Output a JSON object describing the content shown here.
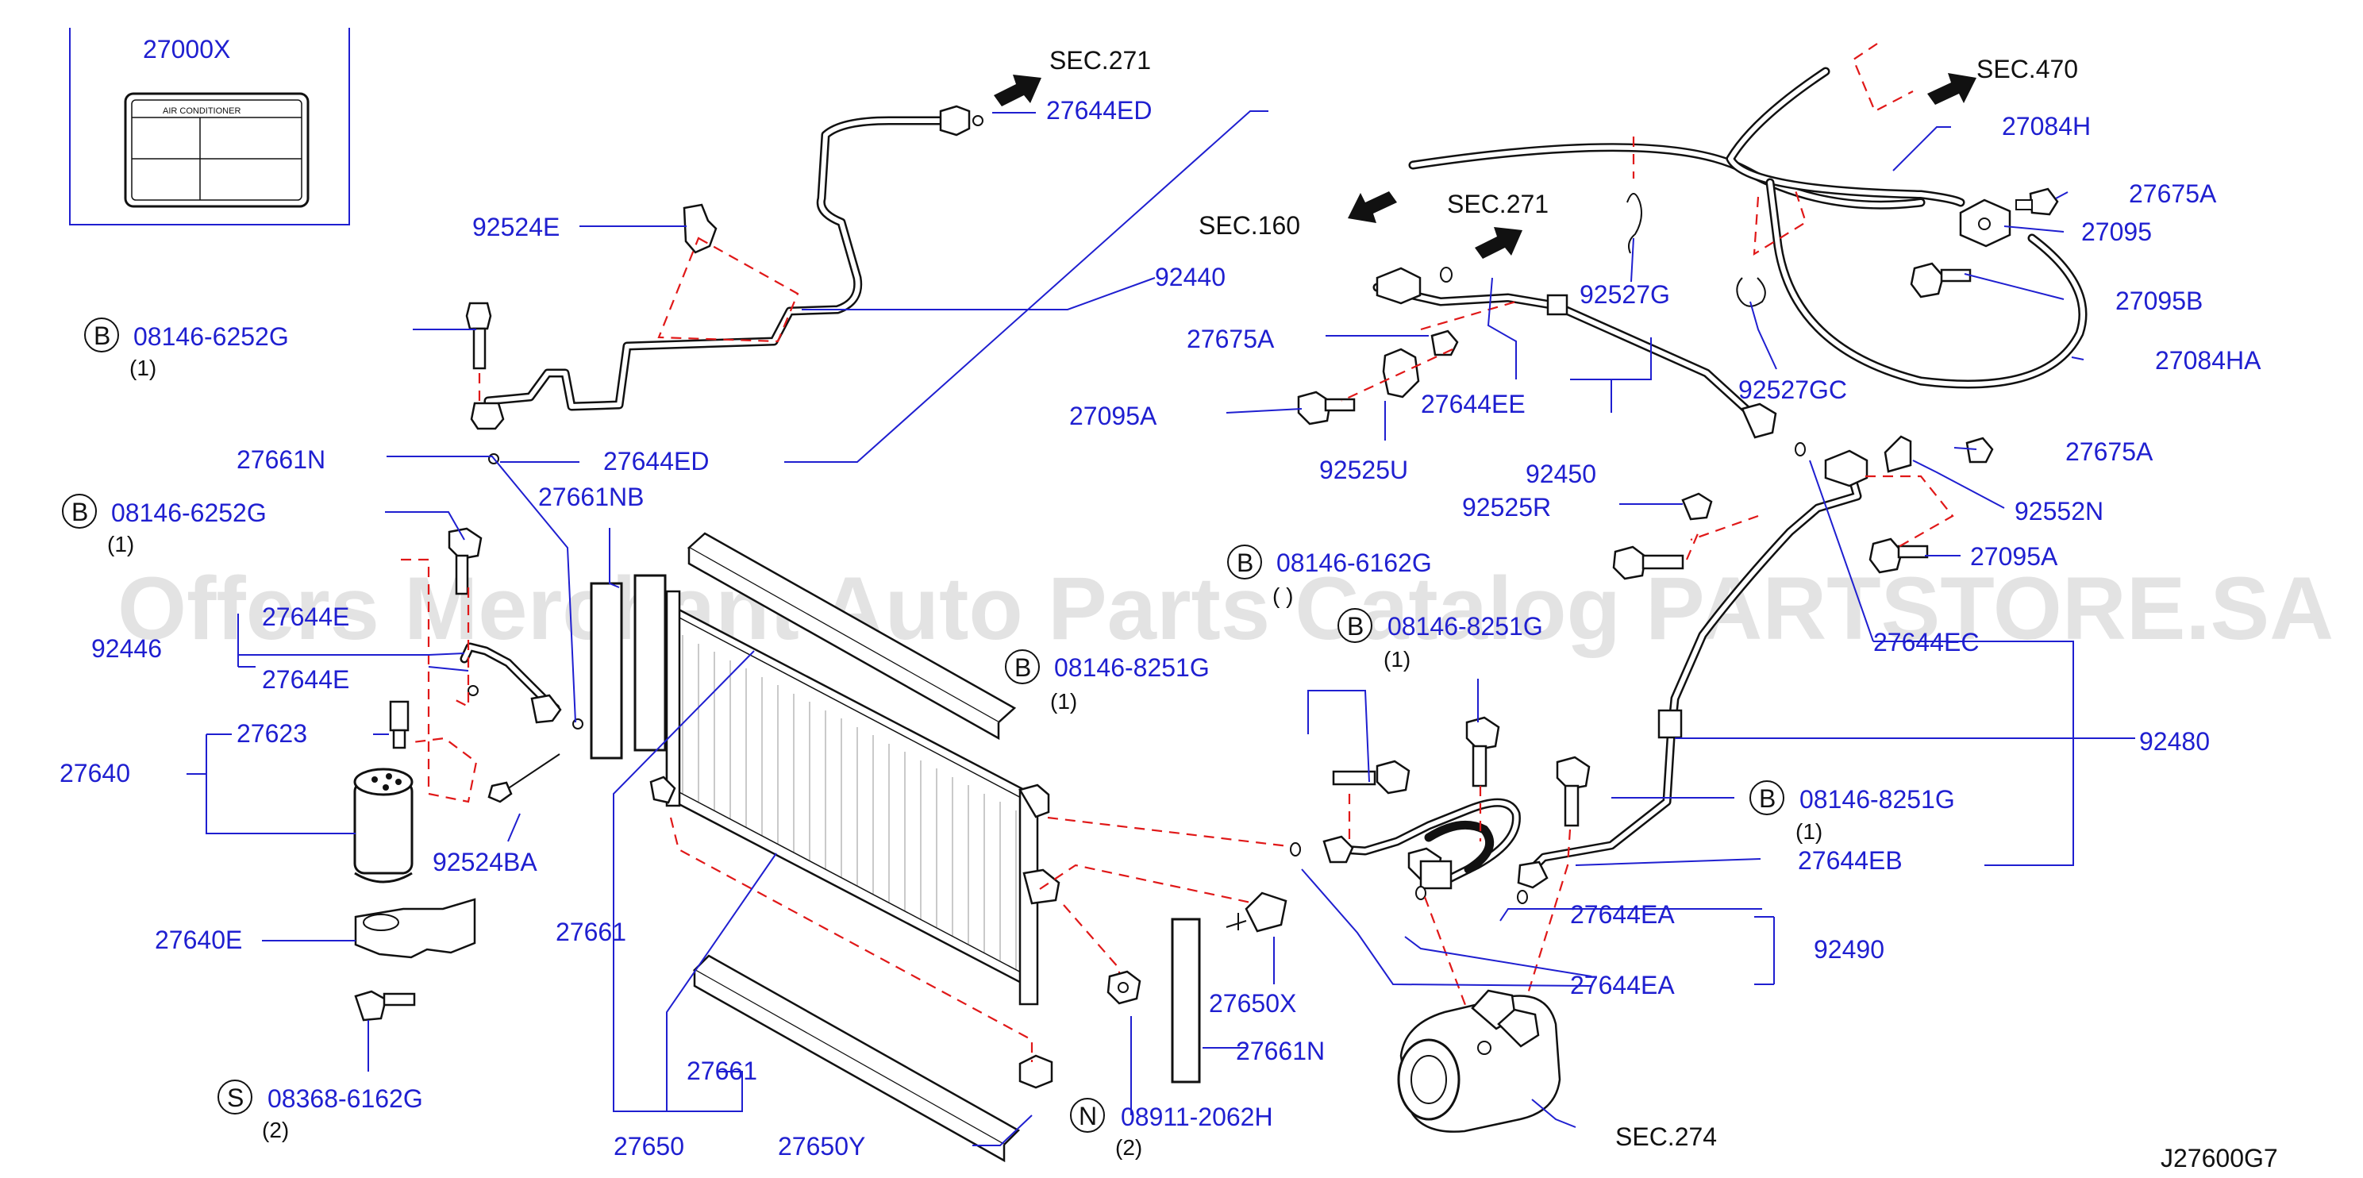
{
  "diagram": {
    "watermark": "Offers Merchant Auto Parts Catalog PARTSTORE.SA",
    "code": "J27600G7",
    "inset_label": {
      "part": "27000X",
      "header": "AIR   CONDITIONER"
    },
    "sections": {
      "sec271_top": "SEC.271",
      "sec271_mid": "SEC.271",
      "sec470": "SEC.470",
      "sec160": "SEC.160",
      "sec274": "SEC.274"
    },
    "parts": {
      "p27644ED_top": "27644ED",
      "p92524E": "92524E",
      "p92440": "92440",
      "p08146_6252G_a": "08146-6252G",
      "q1_a": "(1)",
      "p27661N_left": "27661N",
      "p27644ED_mid": "27644ED",
      "p27661NB": "27661NB",
      "p08146_6252G_b": "08146-6252G",
      "q1_b": "(1)",
      "p27644E_a": "27644E",
      "p92446": "92446",
      "p27644E_b": "27644E",
      "p27623": "27623",
      "p27640": "27640",
      "p92524BA": "92524BA",
      "p27640E": "27640E",
      "p27661_a": "27661",
      "p27661_b": "27661",
      "p27650": "27650",
      "p27650Y": "27650Y",
      "p08368_6162G": "08368-6162G",
      "q2_a": "(2)",
      "p08146_8251G_a": "08146-8251G",
      "q1_c": "(1)",
      "p27650X": "27650X",
      "p27661N_right": "27661N",
      "p08911_2062H": "08911-2062H",
      "q2_b": "(2)",
      "p27084H": "27084H",
      "p27675A_a": "27675A",
      "p27095": "27095",
      "p27095B": "27095B",
      "p27084HA": "27084HA",
      "p92527G": "92527G",
      "p92527GC": "92527GC",
      "p27675A_b": "27675A",
      "p27095A_a": "27095A",
      "p27644EE": "27644EE",
      "p92525U": "92525U",
      "p92450": "92450",
      "p27675A_c": "27675A",
      "p92525R": "92525R",
      "p92552N": "92552N",
      "p27095A_b": "27095A",
      "p08146_6162G": "08146-6162G",
      "q1_d": "( )",
      "p08146_8251G_b": "08146-8251G",
      "q1_e": "(1)",
      "p27644EC": "27644EC",
      "p92480": "92480",
      "p08146_8251G_c": "08146-8251G",
      "q1_f": "(1)",
      "p27644EB": "27644EB",
      "p27644EA_a": "27644EA",
      "p92490": "92490",
      "p27644EA_b": "27644EA"
    },
    "markers": {
      "b": "B",
      "s": "S",
      "n": "N"
    }
  }
}
